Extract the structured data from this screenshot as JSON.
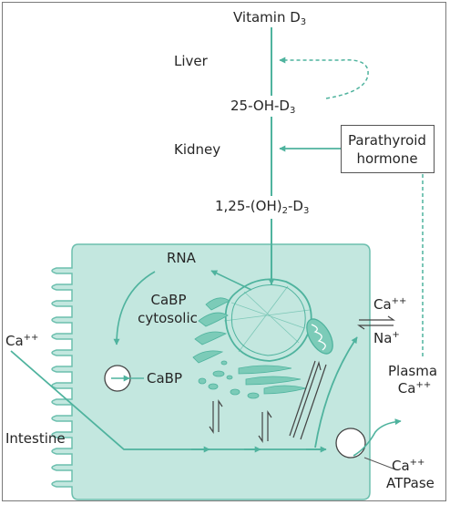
{
  "colors": {
    "teal": "#4fb39e",
    "cell_fill": "#c3e7df",
    "cell_stroke": "#6cbfae",
    "text": "#262626"
  },
  "labels": {
    "vitamin_d3": [
      "Vitamin D",
      "3"
    ],
    "liver": "Liver",
    "hydroxy_d3": [
      "25-OH-D",
      "3"
    ],
    "kidney": "Kidney",
    "dihydroxy_d3": [
      "1,25-(OH)",
      "2",
      "-D",
      "3"
    ],
    "parathyroid": [
      "Parathyroid",
      "hormone"
    ],
    "rna": "RNA",
    "cabp_cytosolic": [
      "CaBP",
      "cytosolic"
    ],
    "cabp": "CaBP",
    "ca_in": [
      "Ca",
      "++"
    ],
    "intestine": "Intestine",
    "ca_exchange": [
      "Ca",
      "++"
    ],
    "na_exchange": [
      "Na",
      "+"
    ],
    "plasma_ca": [
      "Plasma",
      "Ca",
      "++"
    ],
    "atpase": [
      "Ca",
      "++",
      "ATPase"
    ]
  }
}
